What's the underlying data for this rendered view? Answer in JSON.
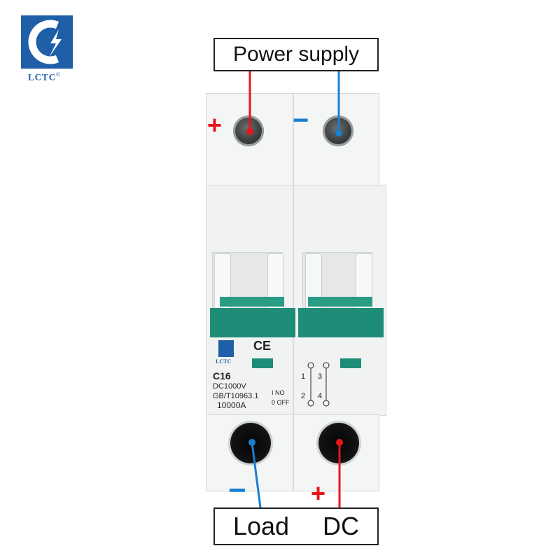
{
  "brand": {
    "name": "LCTC",
    "suffix": "©"
  },
  "labels": {
    "top": "Power supply",
    "bottom": "Load  DC"
  },
  "markings": {
    "plus_top": "+",
    "minus_top": "−",
    "minus_bottom": "−",
    "plus_bottom": "+"
  },
  "front": {
    "ce": "CE",
    "brand_small": "LCTC",
    "rating": "C16",
    "voltage": "DC1000V",
    "standard": "GB/T10963.1",
    "capacity": "10000A",
    "on_label": "I NO",
    "off_label": "0 OFF",
    "terminals": {
      "t1": "1",
      "t2": "2",
      "t3": "3",
      "t4": "4"
    }
  },
  "colors": {
    "positive": "#e8161b",
    "negative": "#1a7fd0",
    "lever": "#1e8d78",
    "brand": "#1f5fa8"
  }
}
